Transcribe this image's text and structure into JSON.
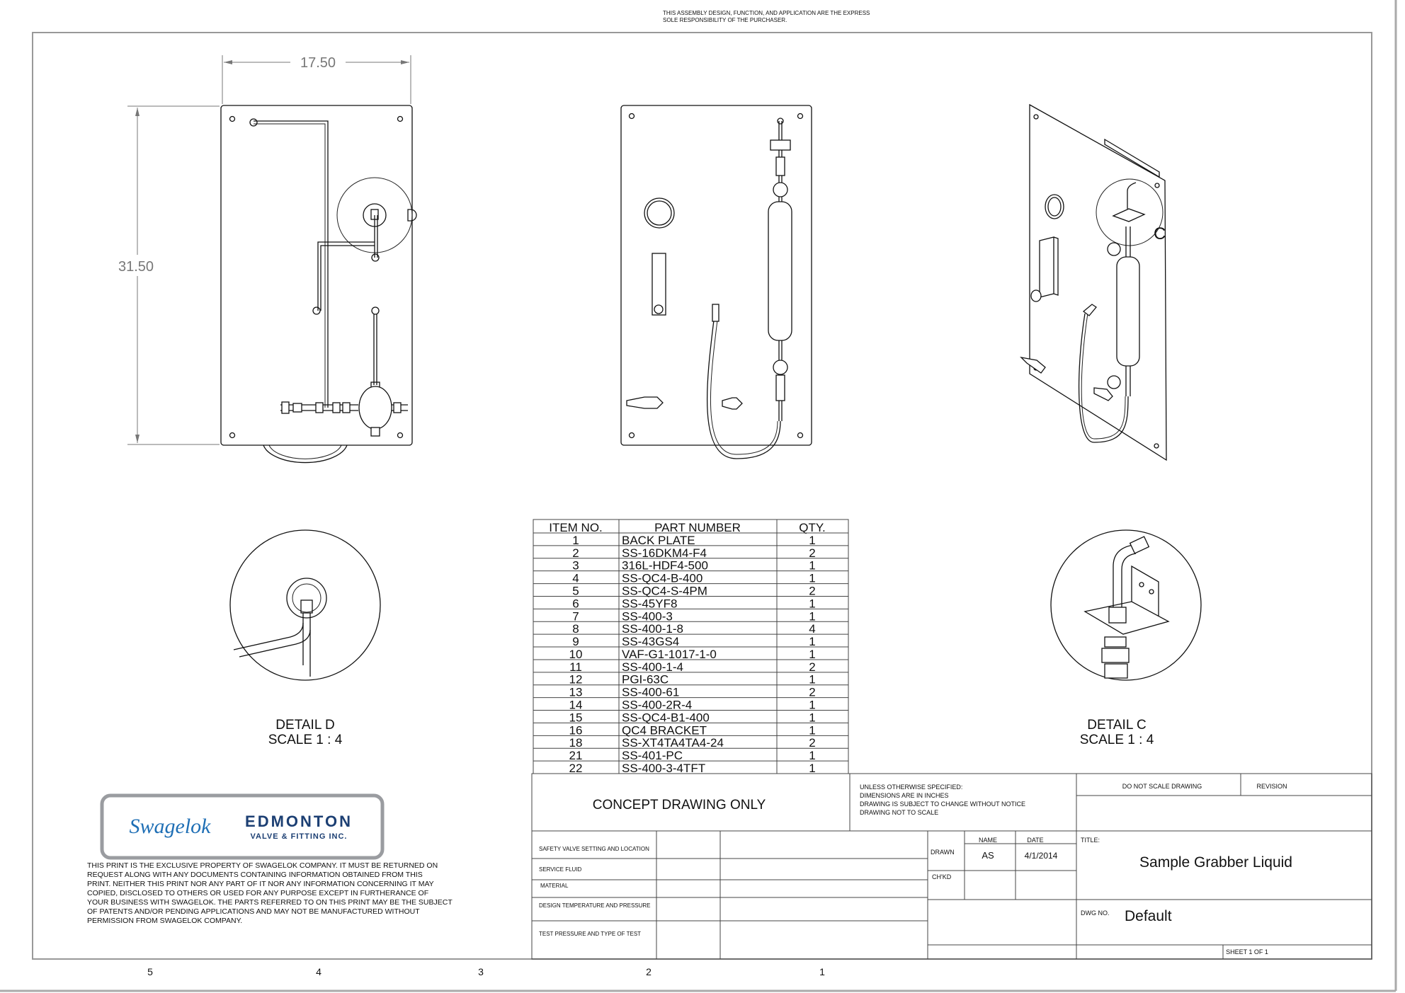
{
  "header_notice": [
    "THIS ASSEMBLY DESIGN, FUNCTION, AND APPLICATION ARE THE EXPRESS",
    "SOLE RESPONSIBILITY OF THE PURCHASER."
  ],
  "dimensions": {
    "width": "17.50",
    "height": "31.50"
  },
  "details": [
    {
      "label": "DETAIL D",
      "scale": "SCALE 1 : 4"
    },
    {
      "label": "DETAIL C",
      "scale": "SCALE 1 : 4"
    }
  ],
  "detail_callout": "C",
  "bom": {
    "headers": [
      "ITEM NO.",
      "PART NUMBER",
      "QTY."
    ],
    "rows": [
      [
        "1",
        "BACK PLATE",
        "1"
      ],
      [
        "2",
        "SS-16DKM4-F4",
        "2"
      ],
      [
        "3",
        "316L-HDF4-500",
        "1"
      ],
      [
        "4",
        "SS-QC4-B-400",
        "1"
      ],
      [
        "5",
        "SS-QC4-S-4PM",
        "2"
      ],
      [
        "6",
        "SS-45YF8",
        "1"
      ],
      [
        "7",
        "SS-400-3",
        "1"
      ],
      [
        "8",
        "SS-400-1-8",
        "4"
      ],
      [
        "9",
        "SS-43GS4",
        "1"
      ],
      [
        "10",
        "VAF-G1-1017-1-0",
        "1"
      ],
      [
        "11",
        "SS-400-1-4",
        "2"
      ],
      [
        "12",
        "PGI-63C",
        "1"
      ],
      [
        "13",
        "SS-400-61",
        "2"
      ],
      [
        "14",
        "SS-400-2R-4",
        "1"
      ],
      [
        "15",
        "SS-QC4-B1-400",
        "1"
      ],
      [
        "16",
        "QC4 BRACKET",
        "1"
      ],
      [
        "18",
        "SS-XT4TA4TA4-24",
        "2"
      ],
      [
        "21",
        "SS-401-PC",
        "1"
      ],
      [
        "22",
        "SS-400-3-4TFT",
        "1"
      ]
    ]
  },
  "title_block": {
    "concept": "CONCEPT DRAWING ONLY",
    "notes": [
      "UNLESS OTHERWISE SPECIFIED:",
      "DIMENSIONS ARE IN INCHES",
      "DRAWING IS SUBJECT TO CHANGE WITHOUT  NOTICE",
      "DRAWING NOT TO SCALE"
    ],
    "do_not_scale": "DO NOT SCALE DRAWING",
    "revision_label": "REVISION",
    "left_labels": [
      "SAFETY VALVE SETTING AND LOCATION",
      "SERVICE FLUID",
      "MATERIAL",
      "DESIGN TEMPERATURE AND PRESSURE",
      "TEST PRESSURE AND TYPE OF TEST"
    ],
    "name_label": "NAME",
    "date_label": "DATE",
    "drawn_label": "DRAWN",
    "drawn_name": "AS",
    "drawn_date": "4/1/2014",
    "checked_label": "CH'KD",
    "title_label": "TITLE:",
    "title": "Sample Grabber Liquid",
    "dwg_no_label": "DWG NO.",
    "dwg_no": "Default",
    "sheet": "SHEET 1 OF 1"
  },
  "logo": {
    "brand": "Swagelok",
    "company_line1": "EDMONTON",
    "company_line2": "VALVE & FITTING INC."
  },
  "property_notice": [
    "THIS PRINT IS THE EXCLUSIVE PROPERTY OF SWAGELOK COMPANY. IT MUST BE RETURNED ON",
    "REQUEST ALONG WITH ANY DOCUMENTS CONTAINING INFORMATION OBTAINED FROM THIS",
    "PRINT. NEITHER THIS PRINT NOR ANY PART OF IT NOR ANY INFORMATION CONCERNING IT MAY",
    "COPIED, DISCLOSED TO OTHERS OR USED FOR ANY PURPOSE EXCEPT IN FURTHERANCE OF",
    "YOUR BUSINESS WITH SWAGELOK. THE PARTS REFERRED TO ON THIS PRINT MAY BE THE SUBJECT",
    "OF PATENTS AND/OR PENDING APPLICATIONS AND MAY NOT BE MANUFACTURED WITHOUT",
    "PERMISSION FROM SWAGELOK COMPANY."
  ],
  "zones": [
    "5",
    "4",
    "3",
    "2",
    "1"
  ],
  "colors": {
    "logo_blue": "#1f6fb5",
    "logo_navy": "#1c3f73",
    "dimension_gray": "#777777"
  }
}
